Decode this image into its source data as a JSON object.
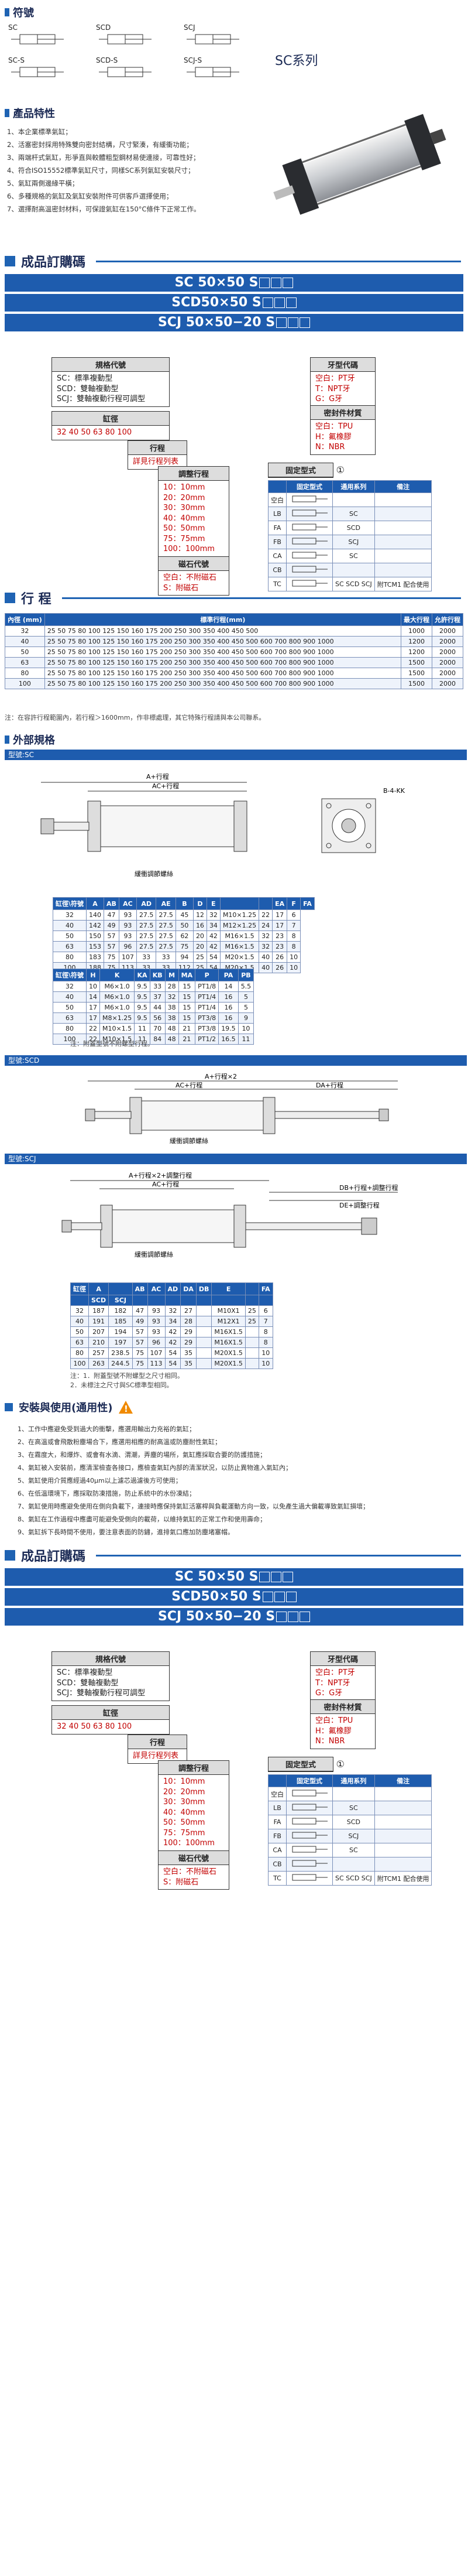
{
  "symbols": {
    "heading": "符號",
    "labels": [
      "SC",
      "SCD",
      "SCJ",
      "SC-S",
      "SCD-S",
      "SCJ-S"
    ],
    "series": "SC系列"
  },
  "features": {
    "heading": "產品特性",
    "items": [
      "1、本企業標準氣缸；",
      "2、活塞密封採用特殊雙向密封結構，尺寸緊湊，有緩衝功能；",
      "3、兩端杆式氣缸，形爭直與較體粗型鋼材易使連接，可靠性好；",
      "4、符合ISO15552標準氣缸尺寸，同樣SC系列氣缸安裝尺寸；",
      "5、氣缸兩側邊緣平橫；",
      "6、多種規格的氣缸及氣缸安裝附件可供客戶選擇使用；",
      "7、選擇耐高溫密封材料，可保證氣缸在150°C條件下正常工作。"
    ]
  },
  "ordering": {
    "heading": "成品訂購碼",
    "codes": [
      "SC   50×50",
      "SCD50×50",
      "SCJ 50×50−20"
    ],
    "code_suffix": "S",
    "spec_code": {
      "title": "規格代號",
      "lines": [
        "SC：標準複動型",
        "SCD：雙軸複動型",
        "SCJ：雙軸複動行程可調型"
      ]
    },
    "bore": {
      "title": "缸徑",
      "values": "32  40  50  63  80  100"
    },
    "stroke": {
      "title": "行程",
      "value": "詳見行程列表"
    },
    "adj_stroke": {
      "title": "調整行程",
      "items": [
        "10：10mm",
        "20：20mm",
        "30：30mm",
        "40：40mm",
        "50：50mm",
        "75：75mm",
        "100：100mm"
      ]
    },
    "magnet": {
      "title": "磁石代號",
      "items": [
        "空白：不附磁石",
        "S：附磁石"
      ]
    },
    "thread": {
      "title": "牙型代碼",
      "items": [
        "空白：PT牙",
        "T：NPT牙",
        "G：G牙"
      ]
    },
    "seal": {
      "title": "密封件材質",
      "items": [
        "空白：TPU",
        "H：氟橡膠",
        "N：NBR"
      ]
    },
    "mount": {
      "title": "固定型式",
      "circle": "①",
      "headers": [
        "",
        "固定型式",
        "通用系列",
        "備注"
      ],
      "rows": [
        {
          "code": "空白",
          "series": "",
          "note": ""
        },
        {
          "code": "LB",
          "series": "SC",
          "note": ""
        },
        {
          "code": "FA",
          "series": "SCD",
          "note": ""
        },
        {
          "code": "FB",
          "series": "SCJ",
          "note": ""
        },
        {
          "code": "CA",
          "series": "SC",
          "note": ""
        },
        {
          "code": "CB",
          "series": "",
          "note": ""
        },
        {
          "code": "TC",
          "series": "SC SCD SCJ",
          "note": "附TCM1 配合使用"
        }
      ]
    }
  },
  "stroke_table": {
    "heading": "行  程",
    "col_bore": "內徑 (mm)",
    "col_std": "標準行程(mm)",
    "col_max": "最大行程",
    "col_allow": "允許行程",
    "rows": [
      {
        "bore": "32",
        "std": "25 50 75 80 100 125 150 160 175 200 250 300 350 400 450 500",
        "max": "1000",
        "allow": "2000"
      },
      {
        "bore": "40",
        "std": "25 50 75 80 100 125 150 160 175 200 250 300 350 400 450 500 600 700 800 900 1000",
        "max": "1200",
        "allow": "2000"
      },
      {
        "bore": "50",
        "std": "25 50 75 80 100 125 150 160 175 200 250 300 350 400 450 500 600 700 800 900 1000",
        "max": "1200",
        "allow": "2000"
      },
      {
        "bore": "63",
        "std": "25 50 75 80 100 125 150 160 175 200 250 300 350 400 450 500 600 700 800 900 1000",
        "max": "1500",
        "allow": "2000"
      },
      {
        "bore": "80",
        "std": "25 50 75 80 100 125 150 160 175 200 250 300 350 400 450 500 600 700 800 900 1000",
        "max": "1500",
        "allow": "2000"
      },
      {
        "bore": "100",
        "std": "25 50 75 80 100 125 150 160 175 200 250 300 350 400 450 500 600 700 800 900 1000",
        "max": "1500",
        "allow": "2000"
      }
    ],
    "note": "注：在容許行程範圍內，若行程＞1600mm，作非標處理，其它特殊行程請與本公司聯系。"
  },
  "dims": {
    "heading": "外部規格",
    "sc_label": "型號:SC",
    "scd_label": "型號:SCD",
    "scj_label": "型號:SCJ",
    "diag_sc": {
      "a": "A+行程",
      "ac": "AC+行程",
      "cushion": "緩衝調節螺絲",
      "bk": "B-4-KK"
    },
    "table1": {
      "headers": [
        "缸徑\\符號",
        "A",
        "AB",
        "AC",
        "AD",
        "AE",
        "B",
        "D",
        "E",
        "",
        "",
        "EA",
        "F",
        "FA"
      ],
      "rows": [
        [
          "32",
          "140",
          "47",
          "93",
          "27.5",
          "27.5",
          "45",
          "12",
          "32",
          "M10×1.25",
          "22",
          "17",
          "6"
        ],
        [
          "40",
          "142",
          "49",
          "93",
          "27.5",
          "27.5",
          "50",
          "16",
          "34",
          "M12×1.25",
          "24",
          "17",
          "7"
        ],
        [
          "50",
          "150",
          "57",
          "93",
          "27.5",
          "27.5",
          "62",
          "20",
          "42",
          "M16×1.5",
          "32",
          "23",
          "8"
        ],
        [
          "63",
          "153",
          "57",
          "96",
          "27.5",
          "27.5",
          "75",
          "20",
          "42",
          "M16×1.5",
          "32",
          "23",
          "8"
        ],
        [
          "80",
          "183",
          "75",
          "107",
          "33",
          "33",
          "94",
          "25",
          "54",
          "M20×1.5",
          "40",
          "26",
          "10"
        ],
        [
          "100",
          "188",
          "75",
          "113",
          "33",
          "33",
          "112",
          "25",
          "54",
          "M20×1.5",
          "40",
          "26",
          "10"
        ]
      ]
    },
    "table2": {
      "headers": [
        "缸徑\\符號",
        "H",
        "K",
        "KA",
        "KB",
        "M",
        "MA",
        "P",
        "PA",
        "PB"
      ],
      "rows": [
        [
          "32",
          "10",
          "M6×1.0",
          "9.5",
          "33",
          "28",
          "15",
          "PT1/8",
          "14",
          "5.5"
        ],
        [
          "40",
          "14",
          "M6×1.0",
          "9.5",
          "37",
          "32",
          "15",
          "PT1/4",
          "16",
          "5"
        ],
        [
          "50",
          "17",
          "M6×1.0",
          "9.5",
          "44",
          "38",
          "15",
          "PT1/4",
          "16",
          "5"
        ],
        [
          "63",
          "17",
          "M8×1.25",
          "9.5",
          "56",
          "38",
          "15",
          "PT3/8",
          "16",
          "9"
        ],
        [
          "80",
          "22",
          "M10×1.5",
          "11",
          "70",
          "48",
          "21",
          "PT3/8",
          "19.5",
          "10"
        ],
        [
          "100",
          "22",
          "M10×1.5",
          "11",
          "84",
          "48",
          "21",
          "PT1/2",
          "16.5",
          "11"
        ]
      ],
      "note": "注：附蓋型號不附螺型行程。"
    },
    "diag_scd": {
      "a": "A+行程×2",
      "ac": "AC+行程",
      "da": "DA+行程",
      "cushion": "緩衝調節螺絲"
    },
    "diag_scj": {
      "a": "A+行程×2+調整行程",
      "ac": "AC+行程",
      "db": "DB+行程+調整行程",
      "de": "DE+調整行程",
      "cushion": "緩衝調節螺絲"
    },
    "table3": {
      "headers": [
        "缸徑",
        "A",
        "",
        "AB",
        "AC",
        "AD",
        "DA",
        "DB",
        "E",
        "",
        "FA"
      ],
      "sub": [
        "",
        "SCD",
        "SCJ",
        "",
        "",
        "",
        "",
        "",
        "",
        "",
        ""
      ],
      "rows": [
        [
          "32",
          "187",
          "182",
          "47",
          "93",
          "32",
          "27",
          "",
          "M10X1",
          "25",
          "6"
        ],
        [
          "40",
          "191",
          "185",
          "49",
          "93",
          "34",
          "28",
          "",
          "M12X1",
          "25",
          "7"
        ],
        [
          "50",
          "207",
          "194",
          "57",
          "93",
          "42",
          "29",
          "",
          "M16X1.5",
          "",
          "8"
        ],
        [
          "63",
          "210",
          "197",
          "57",
          "96",
          "42",
          "29",
          "",
          "M16X1.5",
          "",
          "8"
        ],
        [
          "80",
          "257",
          "238.5",
          "75",
          "107",
          "54",
          "35",
          "",
          "M20X1.5",
          "",
          "10"
        ],
        [
          "100",
          "263",
          "244.5",
          "75",
          "113",
          "54",
          "35",
          "",
          "M20X1.5",
          "",
          "10"
        ]
      ],
      "notes": [
        "注：1．附蓋型號不附螺型之尺寸相同。",
        "2．未標注之尺寸與SC標準型相同。"
      ]
    }
  },
  "usage": {
    "heading": "安裝與使用(通用性)",
    "items": [
      "1、工作中應避免受到過大的衝擊，應選用輸出力充裕的氣缸；",
      "2、在高溫或會飛散粉塵場合下，應選用相應的耐高溫或防塵耐性氣缸；",
      "3、在霧度大，和爆炸、或會有水滴、渭潮，弄塵的場所，氣缸應採取合要的防護措施；",
      "4、氣缸被入安裝前，應清潔檢查各接口，應檢查氣缸內部的清潔狀況，以防止異物進入氣缸內；",
      "5、氣缸使用介質應經過40μm以上濾芯過濾後方可使用；",
      "6、在低溫環境下，應採取防凍措施，防止系統中的水份凍結；",
      "7、氣缸使用時應避免使用在側向負載下，連接時應保持氣缸活塞桿與負載運動方向一致，以免產生過大偏載導致氣缸損壞；",
      "8、氣缸在工作過程中應盡可能避免受側向的載荷，以維持氣缸的正常工作和使用壽命；",
      "9、氣缸拆下長時間不使用，要注意表面的防鏽，進排氣口應加防塵堵塞帽。"
    ]
  },
  "ordering2_heading": "成品訂購碼",
  "colors": {
    "blue": "#1e5cae",
    "red": "#c20000",
    "navy": "#1b2a55"
  }
}
